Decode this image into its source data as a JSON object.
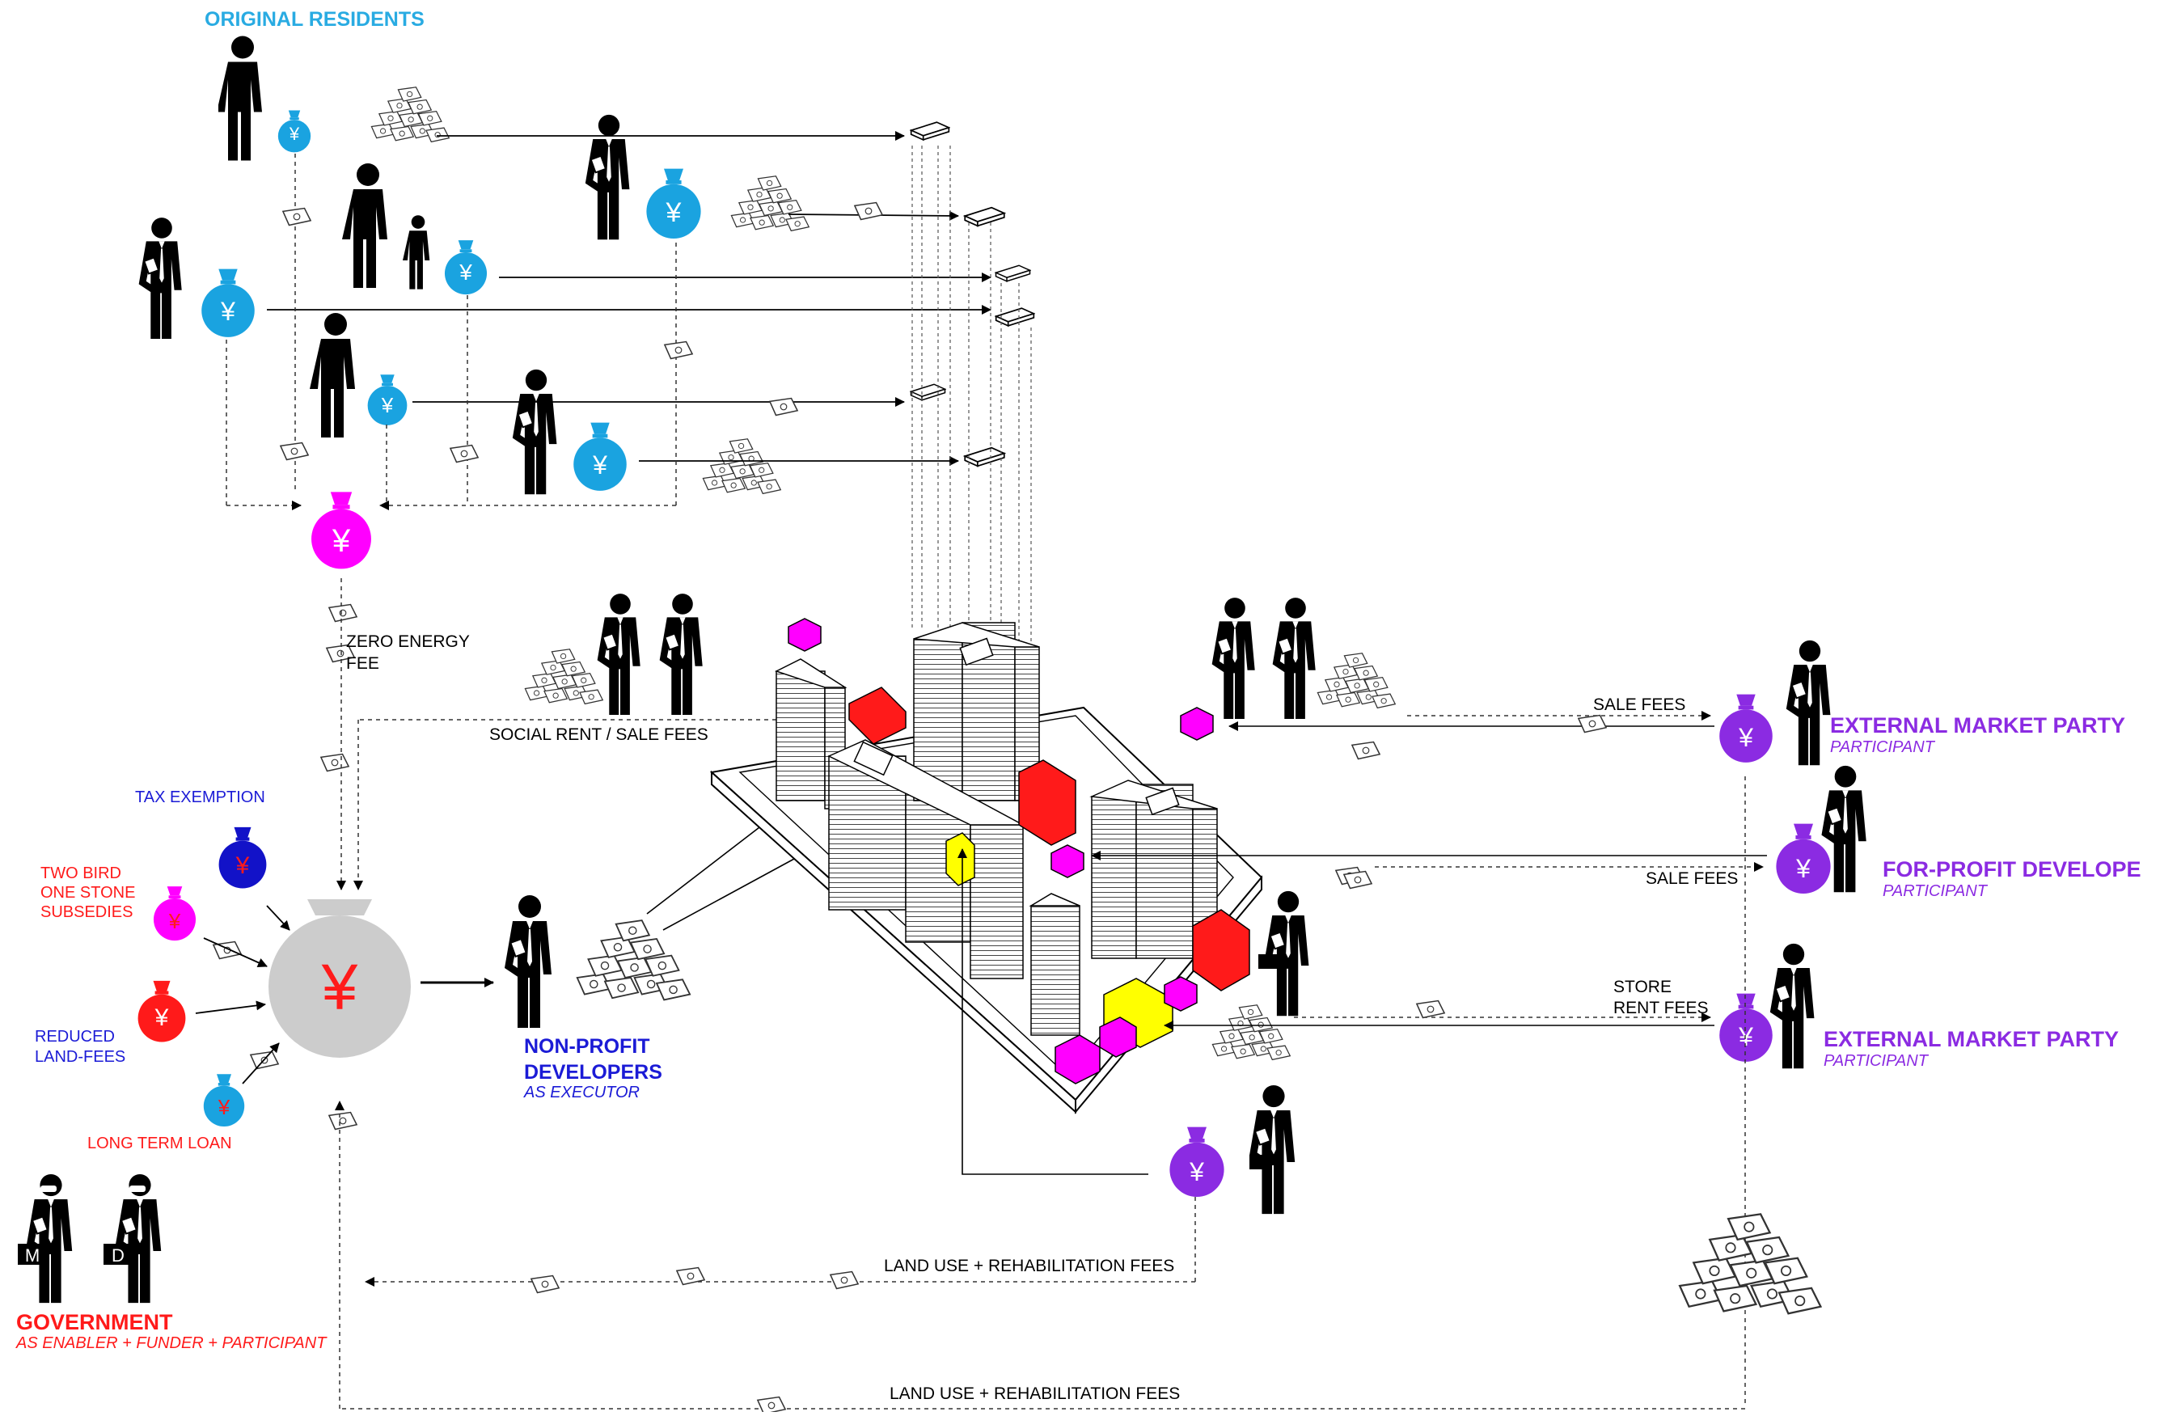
{
  "labels": {
    "original_residents": "ORIGINAL RESIDENTS",
    "zero_energy_fee": "ZERO ENERGY\nFEE",
    "social_rent_sale_fees": "SOCIAL RENT / SALE FEES",
    "tax_exemption": "TAX EXEMPTION",
    "two_bird_subsidies": "TWO BIRD\nONE STONE\nSUBSEDIES",
    "reduced_land_fees": "REDUCED\nLAND-FEES",
    "long_term_loan": "LONG TERM LOAN",
    "non_profit_developers": "NON-PROFIT\nDEVELOPERS",
    "as_executor": "AS EXECUTOR",
    "government": "GOVERNMENT",
    "gov_role": "AS ENABLER + FUNDER + PARTICIPANT",
    "sale_fees_top": "SALE FEES",
    "sale_fees_mid": "SALE FEES",
    "store_rent_fees": "STORE\nRENT FEES",
    "external_market_party_1": "EXTERNAL MARKET PARTY",
    "participant_1": "PARTICIPANT",
    "for_profit_developer": "FOR-PROFIT DEVELOPE",
    "participant_2": "PARTICIPANT",
    "external_market_party_2": "EXTERNAL MARKET PARTY",
    "participant_3": "PARTICIPANT",
    "land_use_fees_1": "LAND USE + REHABILITATION FEES",
    "land_use_fees_2": "LAND USE + REHABILITATION FEES",
    "briefcase_m": "M",
    "briefcase_d": "D",
    "yen": "¥"
  },
  "colors": {
    "resident_bag": "#1aa3e0",
    "pool_bag": "#ff00ff",
    "central_fund": "#cccccc",
    "tax_bag": "#1212c8",
    "subsidy_bag": "#ff00ff",
    "landfee_bag": "#ff1a1a",
    "loan_bag": "#1aa3e0",
    "market_bag": "#8b2be2",
    "block_red": "#ff1a1a",
    "block_magenta": "#ff00ff",
    "block_yellow": "#ffff00"
  }
}
